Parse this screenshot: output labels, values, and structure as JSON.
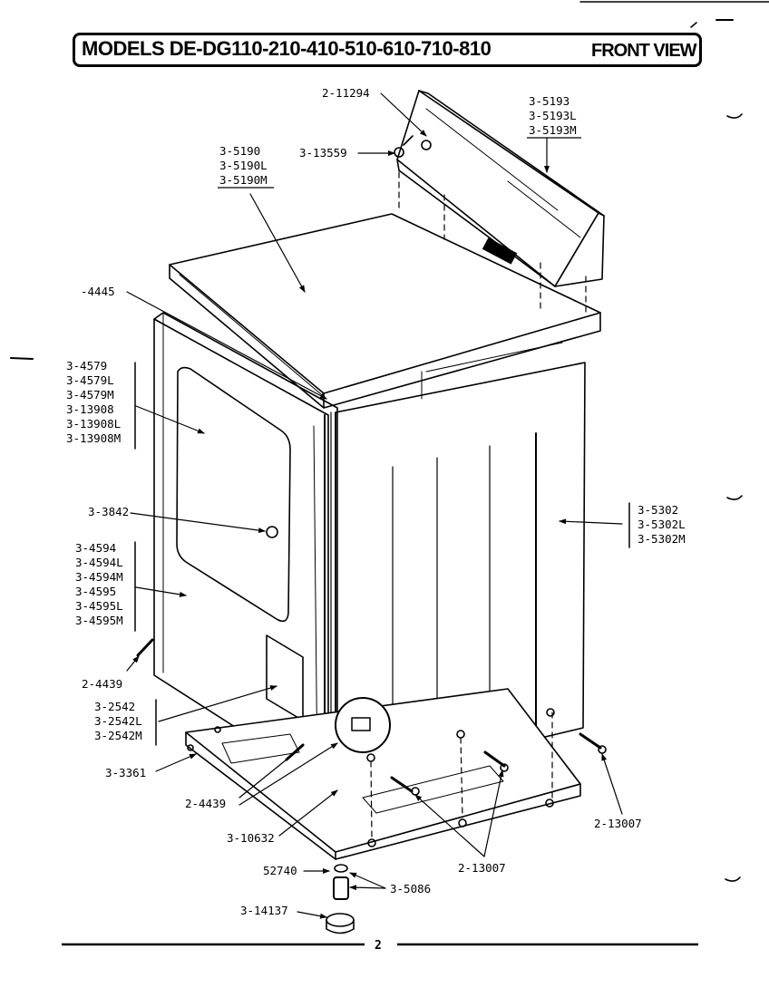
{
  "header": {
    "models": "MODELS DE-DG110-210-410-510-610-710-810",
    "view": "FRONT VIEW"
  },
  "labels": {
    "console": [
      "3-5193",
      "3-5193L",
      "3-5193M"
    ],
    "screw_2_11294": "2-11294",
    "screw_3_13559": "3-13559",
    "top": [
      "3-5190",
      "3-5190L",
      "3-5190M"
    ],
    "part_4445": "-4445",
    "door": [
      "3-4579",
      "3-4579L",
      "3-4579M",
      "3-13908",
      "3-13908L",
      "3-13908M"
    ],
    "knob": "3-3842",
    "front_panel": [
      "3-4594",
      "3-4594L",
      "3-4594M",
      "3-4595",
      "3-4595L",
      "3-4595M"
    ],
    "screw_2_4439_top": "2-4439",
    "kick_panel": [
      "3-2542",
      "3-2542L",
      "3-2542M"
    ],
    "base": "3-3361",
    "screw_2_4439_bottom": "2-4439",
    "part_3_10632": "3-10632",
    "part_52740": "52740",
    "foot_3_5086": "3-5086",
    "cap_3_14137": "3-14137",
    "screw_2_13007_center": "2-13007",
    "screw_2_13007_right": "2-13007",
    "cabinet": [
      "3-5302",
      "3-5302L",
      "3-5302M"
    ]
  },
  "page_number": "2"
}
